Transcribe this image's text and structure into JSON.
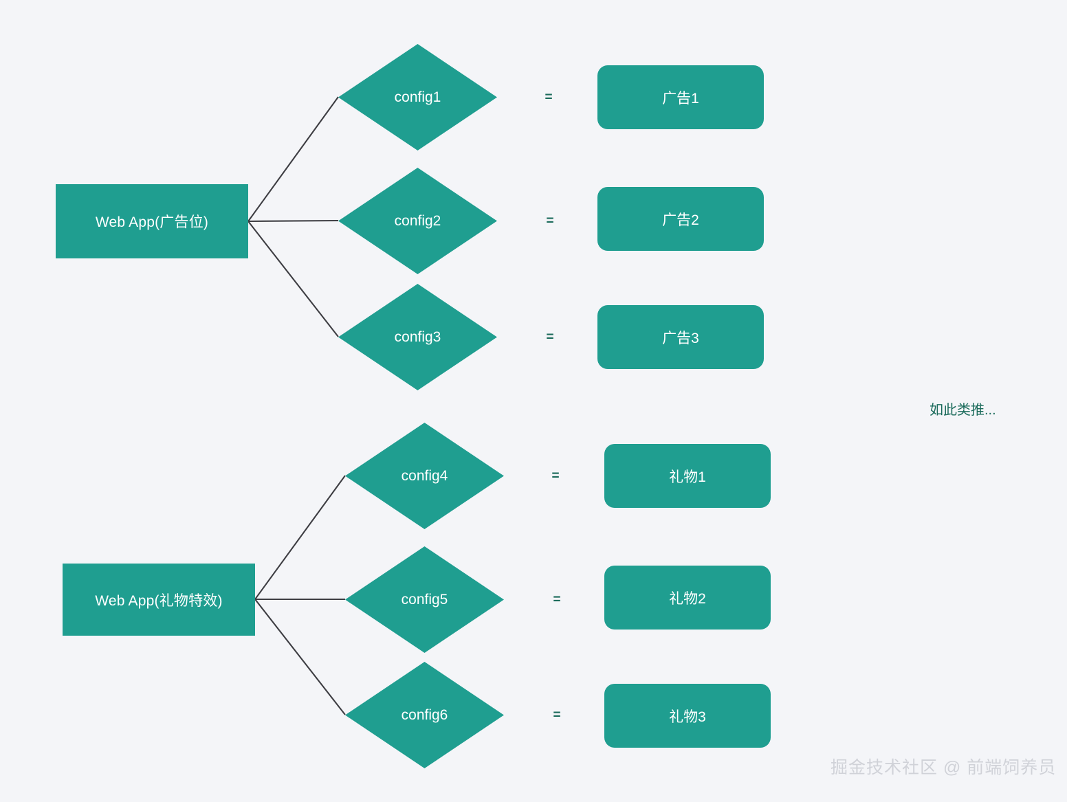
{
  "canvas": {
    "background_color": "#f4f5f8",
    "shape_fill_color": "#1f9e90",
    "shape_text_color": "#ffffff",
    "edge_color": "#3d3d42",
    "accent_text_color": "#1b6b5b",
    "watermark_color": "#d0d2d8"
  },
  "groups": [
    {
      "source": {
        "label": "Web App(广告位)"
      },
      "rows": [
        {
          "condition": "config1",
          "operator": "=",
          "result": "广告1"
        },
        {
          "condition": "config2",
          "operator": "=",
          "result": "广告2"
        },
        {
          "condition": "config3",
          "operator": "=",
          "result": "广告3"
        }
      ]
    },
    {
      "source": {
        "label": "Web App(礼物特效)"
      },
      "rows": [
        {
          "condition": "config4",
          "operator": "=",
          "result": "礼物1"
        },
        {
          "condition": "config5",
          "operator": "=",
          "result": "礼物2"
        },
        {
          "condition": "config6",
          "operator": "=",
          "result": "礼物3"
        }
      ]
    }
  ],
  "annotations": {
    "etc_note": "如此类推..."
  },
  "watermark": {
    "text": "掘金技术社区 @ 前端饲养员"
  }
}
